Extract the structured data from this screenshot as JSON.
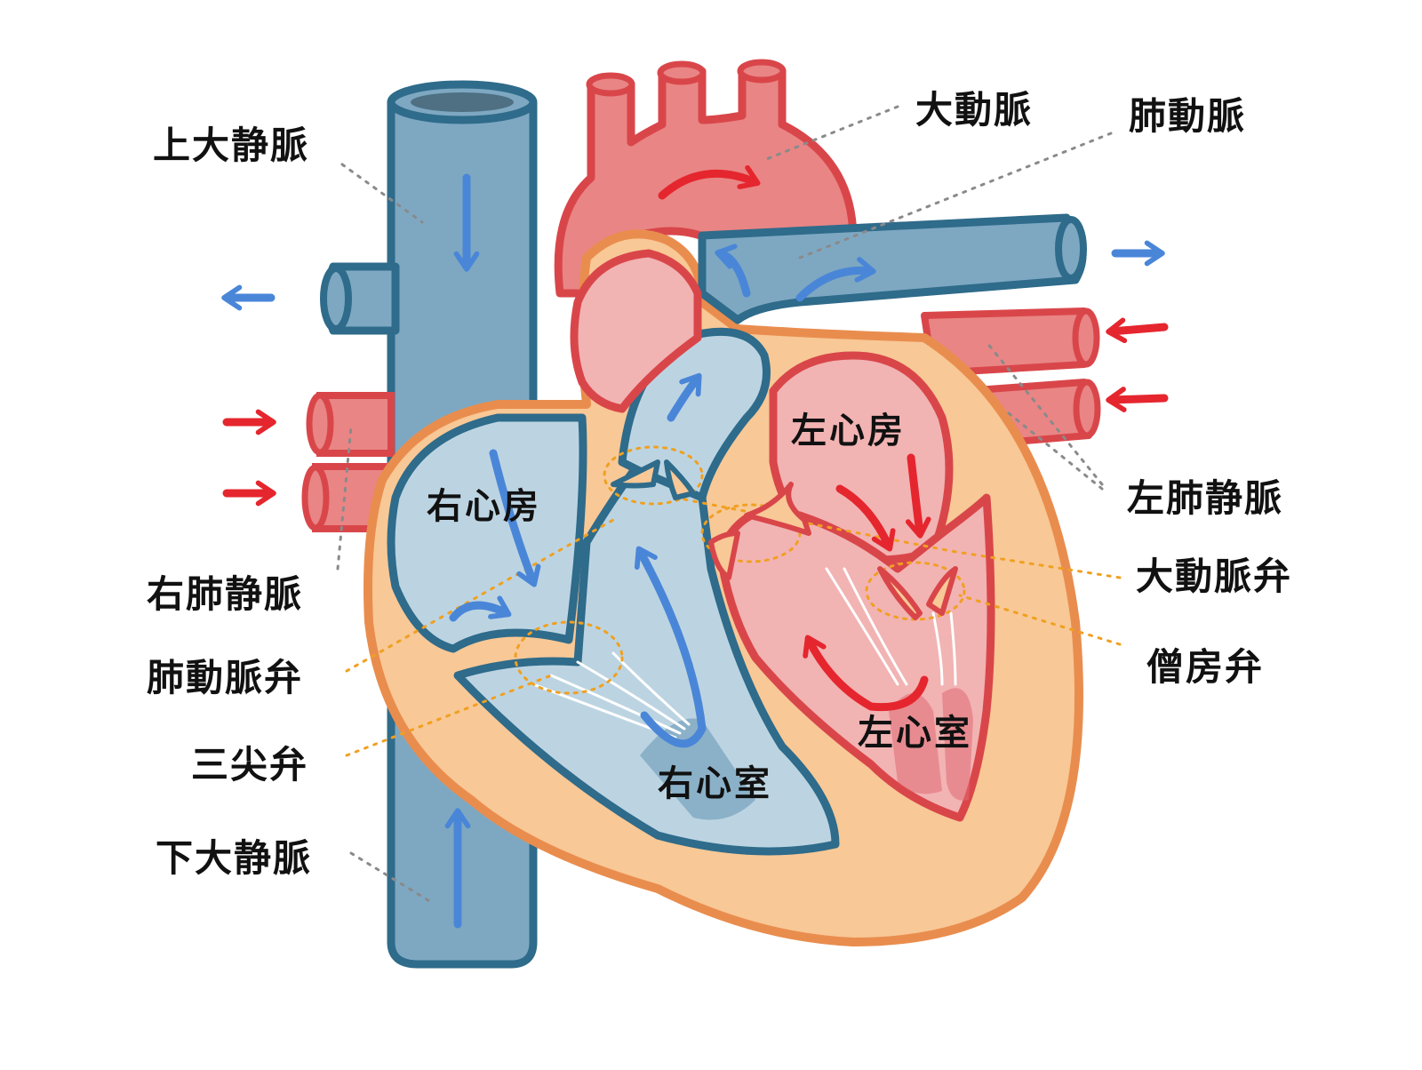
{
  "labels": {
    "superior_vena_cava": "上大静脈",
    "right_pulmonary_vein": "右肺静脈",
    "pulmonary_valve": "肺動脈弁",
    "tricuspid_valve": "三尖弁",
    "inferior_vena_cava": "下大静脈",
    "aorta": "大動脈",
    "pulmonary_artery": "肺動脈",
    "left_pulmonary_vein": "左肺静脈",
    "aortic_valve": "大動脈弁",
    "mitral_valve": "僧房弁",
    "right_atrium": "右心房",
    "right_ventricle": "右心室",
    "left_atrium": "左心房",
    "left_ventricle": "左心室"
  },
  "colors": {
    "vein_fill": "#7ea8c2",
    "vein_stroke": "#2f6b8a",
    "artery_fill": "#e98585",
    "artery_stroke": "#d9464a",
    "right_chamber_fill": "#bcd4e2",
    "left_chamber_fill": "#f2b3b3",
    "muscle_fill": "#f8c896",
    "muscle_stroke": "#e98d4e",
    "blue_arrow": "#4a86d8",
    "red_arrow": "#e5262e",
    "valve_dots": "#f0a020",
    "leader_dots": "#8a8a8a"
  },
  "icons": {
    "blood_flow_blue": "arrow-icon",
    "blood_flow_red": "arrow-icon"
  }
}
